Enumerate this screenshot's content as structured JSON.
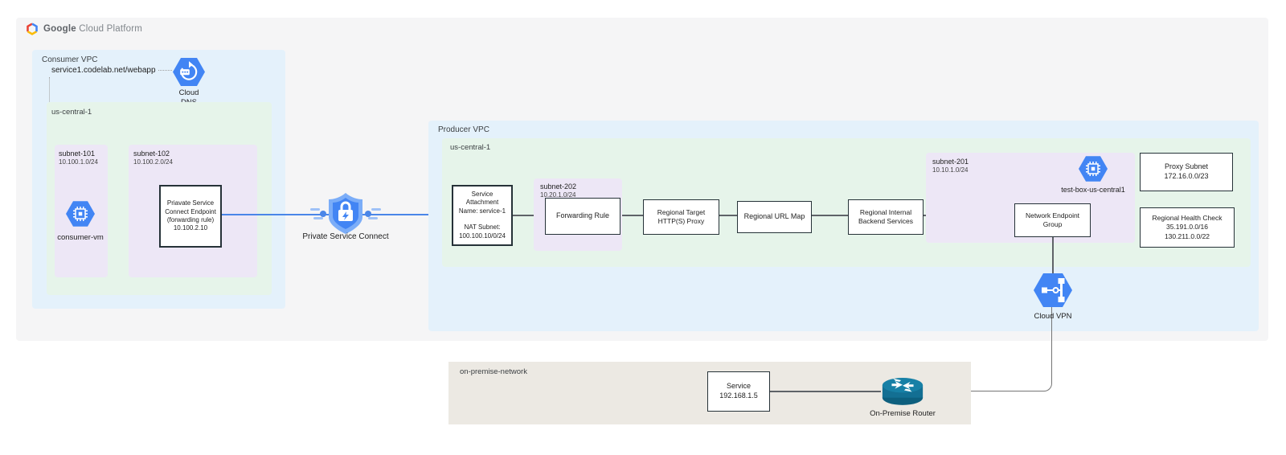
{
  "header": {
    "google": "Google",
    "platform": "Cloud Platform"
  },
  "consumer": {
    "vpc_label": "Consumer VPC",
    "service_url": "service1.codelab.net/webapp",
    "cloud_dns_label": [
      "Cloud",
      "DNS"
    ],
    "region_label": "us-central-1",
    "subnet101": {
      "name": "subnet-101",
      "cidr": "10.100.1.0/24"
    },
    "consumer_vm_label": "consumer-vm",
    "subnet102": {
      "name": "subnet-102",
      "cidr": "10.100.2.0/24"
    },
    "psc_endpoint": [
      "Priavate Service",
      "Connect Endpoint",
      "(forwarding rule)",
      "10.100.2.10"
    ]
  },
  "psc": {
    "label": "Private Service Connect"
  },
  "producer": {
    "vpc_label": "Producer VPC",
    "region_label": "us-central-1",
    "service_attachment": [
      "Service",
      "Attachment",
      "Name: service-1",
      "",
      "NAT Subnet:",
      "100.100.10/0/24"
    ],
    "subnet202": {
      "name": "subnet-202",
      "cidr": "10.20.1.0/24"
    },
    "forwarding_rule": "Forwarding Rule",
    "target_proxy": [
      "Regional Target",
      "HTTP(S) Proxy"
    ],
    "url_map": "Regional URL Map",
    "backend_services": [
      "Regional Internal",
      "Backend Services"
    ],
    "subnet201": {
      "name": "subnet-201",
      "cidr": "10.10.1.0/24"
    },
    "test_box_label": "test-box-us-central1",
    "neg": [
      "Network Endpoint",
      "Group"
    ],
    "proxy_subnet": [
      "Proxy Subnet",
      "172.16.0.0/23"
    ],
    "health_check": [
      "Regional Health Check",
      "35.191.0.0/16",
      "130.211.0.0/22"
    ],
    "cloud_vpn_label": "Cloud VPN"
  },
  "onprem": {
    "label": "on-premise-network",
    "service": [
      "Service",
      "192.168.1.5"
    ],
    "router_label": "On-Premise Router"
  }
}
